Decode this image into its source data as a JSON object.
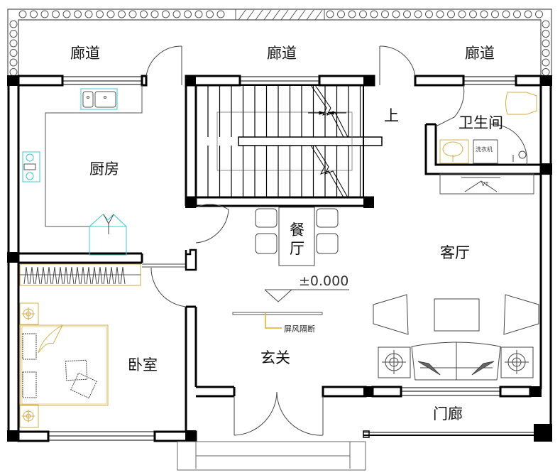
{
  "plan": {
    "type": "floor-plan",
    "rooms": {
      "corridor_left": "廊道",
      "corridor_mid": "廊道",
      "corridor_right": "廊道",
      "kitchen": "厨房",
      "bathroom": "卫生间",
      "dining_line1": "餐",
      "dining_line2": "厅",
      "living_room": "客厅",
      "bedroom": "卧室",
      "foyer": "玄关",
      "porch": "门廊"
    },
    "annotations": {
      "stairs_up": "上",
      "elevation": "±0.000",
      "screen_partition": "屏风隔断",
      "washer": "洗衣机",
      "tv": "VT"
    },
    "colors": {
      "wall": "#000000",
      "line": "#555555",
      "kitchen_fixture": "#3cc8d0",
      "bedroom_fixture": "#d4b04a",
      "partition_marker": "#e0b020"
    }
  }
}
